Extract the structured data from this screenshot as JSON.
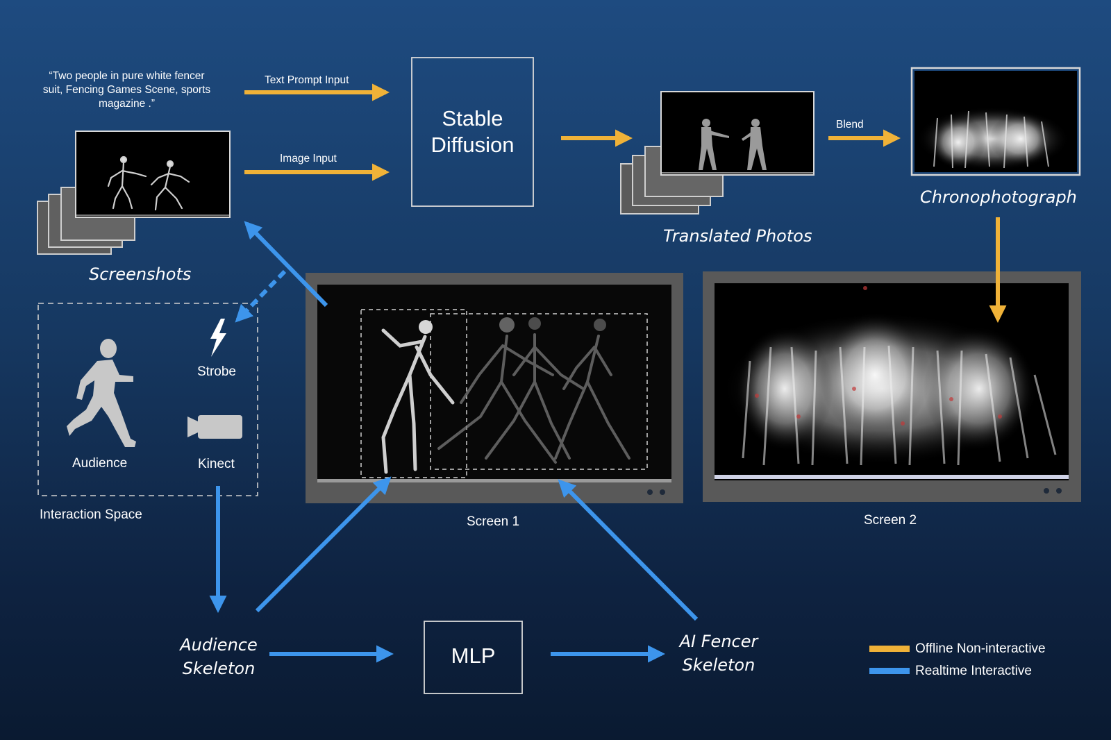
{
  "prompt_text": "“Two people in pure white fencer suit, Fencing Games Scene, sports magazine .”",
  "labels": {
    "text_prompt_input": "Text Prompt Input",
    "image_input": "Image Input",
    "stable_diffusion_line1": "Stable",
    "stable_diffusion_line2": "Diffusion",
    "blend": "Blend",
    "screenshots": "Screenshots",
    "translated_photos": "Translated  Photos",
    "chronophotograph": "Chronophotograph",
    "strobe": "Strobe",
    "kinect": "Kinect",
    "audience": "Audience",
    "interaction_space": "Interaction Space",
    "screen1": "Screen 1",
    "screen2": "Screen 2",
    "audience_skeleton_line1": "Audience",
    "audience_skeleton_line2": "Skeleton",
    "mlp": "MLP",
    "ai_fencer_line1": "AI  Fencer",
    "ai_fencer_line2": "Skeleton"
  },
  "legend": {
    "offline": "Offline Non-interactive",
    "realtime": "Realtime Interactive"
  },
  "colors": {
    "offline_arrow": "#f0b238",
    "realtime_arrow": "#3d95ec",
    "background_top": "#1e4b80",
    "background_bottom": "#0a1a31",
    "monitor_frame": "#5a5a5a"
  },
  "icons": {
    "strobe": "lightning-bolt-icon",
    "kinect": "video-camera-icon",
    "audience": "running-person-icon"
  }
}
